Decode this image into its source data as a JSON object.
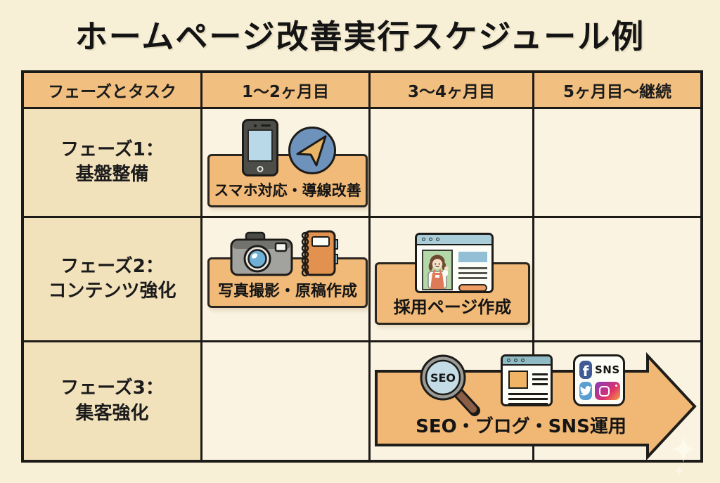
{
  "title": "ホームページ改善実行スケジュール例",
  "table": {
    "headers": [
      "フェーズとタスク",
      "1〜2ヶ月目",
      "3〜4ヶ月目",
      "5ヶ月目〜継続"
    ],
    "rows": [
      {
        "phase_line1": "フェーズ1：",
        "phase_line2": "基盤整備",
        "bars": [
          {
            "label": "スマホ対応・導線改善",
            "columns": [
              "1〜2ヶ月目"
            ]
          }
        ]
      },
      {
        "phase_line1": "フェーズ2：",
        "phase_line2": "コンテンツ強化",
        "bars": [
          {
            "label": "写真撮影・原稿作成",
            "columns": [
              "1〜2ヶ月目"
            ]
          },
          {
            "label": "採用ページ作成",
            "columns": [
              "3〜4ヶ月目"
            ]
          }
        ]
      },
      {
        "phase_line1": "フェーズ3：",
        "phase_line2": "集客強化",
        "bars": [
          {
            "label": "SEO・ブログ・SNS運用",
            "columns": [
              "3〜4ヶ月目",
              "5ヶ月目〜継続"
            ]
          }
        ]
      }
    ]
  },
  "icons": {
    "seo_text": "SEO",
    "sns_text": "SNS",
    "facebook_letter": "f",
    "names": [
      "smartphone-icon",
      "navigation-cursor-icon",
      "camera-icon",
      "notebook-icon",
      "recruit-page-icon",
      "seo-magnifier-icon",
      "blog-page-icon",
      "sns-apps-icon",
      "sparkle-watermark"
    ]
  },
  "colors": {
    "page_bg": "#f8f0d6",
    "header_bg": "#f1bf80",
    "phase_cell_bg": "#f2e2bc",
    "lane_cell_bg": "#faf3e2",
    "bar_bg": "#f1ba78",
    "arrow_bg": "#f0b775",
    "grid_border": "#1d1b18",
    "facebook_blue": "#3f5a94",
    "twitter_blue": "#5b9fd0",
    "nav_circle_blue": "#6d92bb"
  }
}
